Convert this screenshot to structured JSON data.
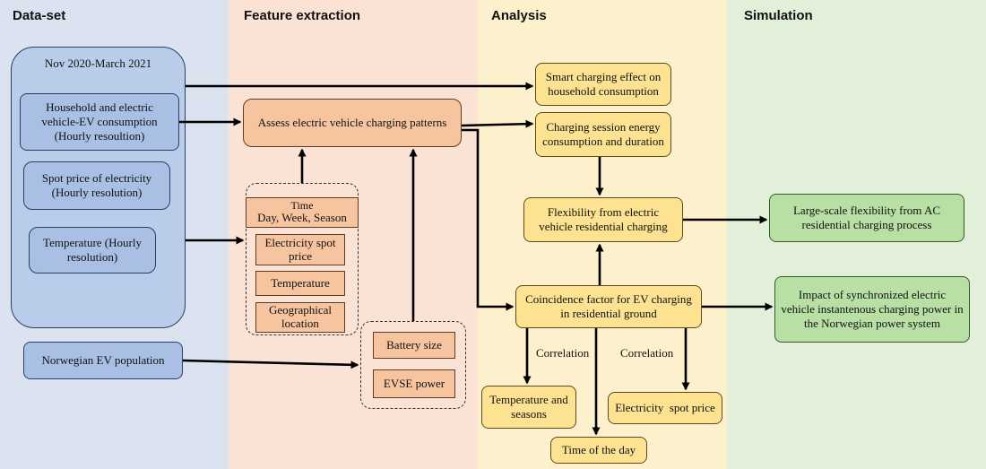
{
  "columns": {
    "dataset": "Data-set",
    "feature": "Feature extraction",
    "analysis": "Analysis",
    "simulation": "Simulation"
  },
  "dataset": {
    "period": "Nov 2020-March 2021",
    "household": "Household and electric vehicle-EV consumption (Hourly resoultion)",
    "spot_price": "Spot price of electricity (Hourly resolution)",
    "temperature": "Temperature (Hourly resolution)",
    "ev_population": "Norwegian EV population"
  },
  "feature": {
    "assess": "Assess electric vehicle charging patterns",
    "time_title": "Time",
    "time_sub": "Day, Week, Season",
    "electricity_spot": "Electricity spot price",
    "temperature": "Temperature",
    "geo": "Geographical location",
    "battery": "Battery size",
    "evse": "EVSE power"
  },
  "analysis": {
    "smart_charging": "Smart charging effect on household consumption",
    "session": "Charging session energy consumption and duration",
    "flexibility": "Flexibility from electric vehicle residential charging",
    "coincidence": "Coincidence factor for EV charging in residential ground",
    "correlation_left": "Correlation",
    "correlation_right": "Correlation",
    "temp_seasons": "Temperature and seasons",
    "time_of_day": "Time of the day",
    "electricity_spot": "Electricity  spot price"
  },
  "simulation": {
    "large_scale": "Large-scale flexibility from AC residential charging process",
    "impact": "Impact of synchronized electric vehicle instantenous charging power in the Norwegian power system"
  },
  "colors": {
    "dataset_bg": "#dbe3f1",
    "feature_bg": "#fae3d4",
    "analysis_bg": "#fdf0cd",
    "simulation_bg": "#e2efd9"
  }
}
